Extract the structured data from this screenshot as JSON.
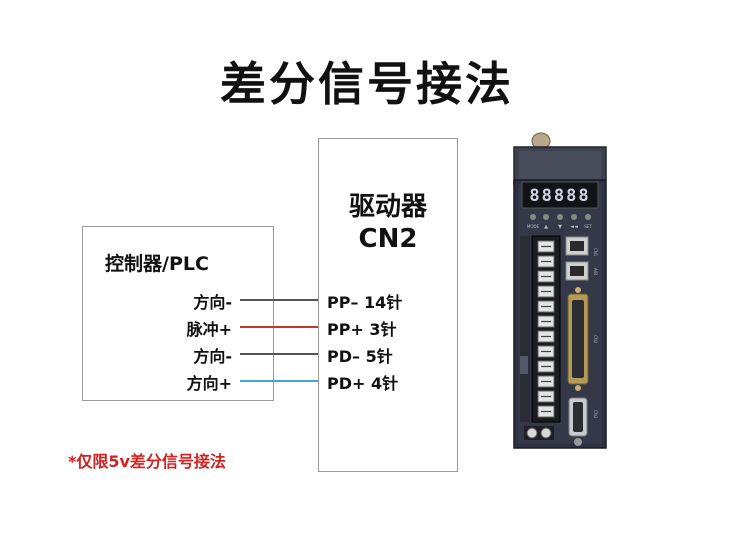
{
  "title": "差分信号接法",
  "plc": {
    "label": "控制器/PLC"
  },
  "driver": {
    "label": "驱动器",
    "connector": "CN2"
  },
  "signals": [
    {
      "left": "方向-",
      "right": "PP–  14针",
      "color": "#555555"
    },
    {
      "left": "脉冲+",
      "right": "PP+  3针",
      "color": "#c0392b"
    },
    {
      "left": "方向-",
      "right": "PD–  5针",
      "color": "#555555"
    },
    {
      "left": "方向+",
      "right": "PD+  4针",
      "color": "#3fa9d6"
    }
  ],
  "note": "*仅限5v差分信号接法",
  "device": {
    "display": "88888",
    "buttons": [
      "MODE",
      "▲",
      "▼",
      "◄◄",
      "SET"
    ],
    "port_labels": [
      "CN1",
      "A/B",
      "CN2",
      "CN3"
    ]
  }
}
